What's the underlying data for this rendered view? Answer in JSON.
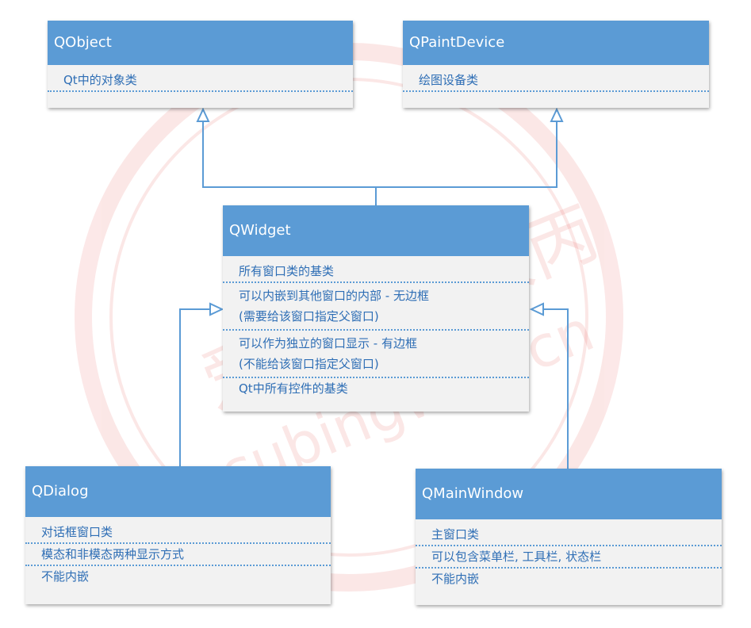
{
  "classes": {
    "qobject": {
      "name": "QObject",
      "attributes": [
        "Qt中的对象类"
      ]
    },
    "qpaintdevice": {
      "name": "QPaintDevice",
      "attributes": [
        "绘图设备类"
      ]
    },
    "qwidget": {
      "name": "QWidget",
      "attributes": [
        "所有窗口类的基类",
        [
          "可以内嵌到其他窗口的内部 - 无边框",
          "(需要给该窗口指定父窗口)"
        ],
        [
          "可以作为独立的窗口显示 - 有边框",
          "(不能给该窗口指定父窗口)"
        ],
        "Qt中所有控件的基类"
      ]
    },
    "qdialog": {
      "name": "QDialog",
      "attributes": [
        "对话框窗口类",
        "模态和非模态两种显示方式",
        "不能内嵌"
      ]
    },
    "qmainwindow": {
      "name": "QMainWindow",
      "attributes": [
        "主窗口类",
        "可以包含菜单栏, 工具栏, 状态栏",
        "不能内嵌"
      ]
    }
  },
  "inheritance": [
    {
      "child": "QWidget",
      "parent": "QObject"
    },
    {
      "child": "QWidget",
      "parent": "QPaintDevice"
    },
    {
      "child": "QDialog",
      "parent": "QWidget"
    },
    {
      "child": "QMainWindow",
      "parent": "QWidget"
    }
  ],
  "colors": {
    "header": "#5b9bd5",
    "body": "#f2f2f2",
    "attr_text": "#2e6eb5",
    "line": "#5b9bd5",
    "watermark": "#e8504a"
  },
  "watermark": {
    "text_cn": "爱编程的大丙",
    "text_en": "subingwen.cn"
  }
}
